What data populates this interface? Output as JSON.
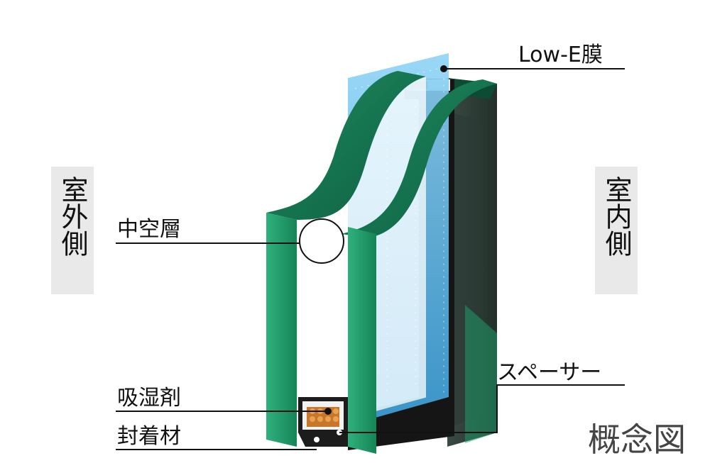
{
  "labels": {
    "outdoor_side": "室外側",
    "indoor_side": "室内側",
    "hollow_layer": "中空層",
    "lowe_film": "Low-E膜",
    "desiccant": "吸湿剤",
    "spacer": "スペーサー",
    "sealant": "封着材",
    "concept_note": "概念図"
  },
  "colors": {
    "glass_green": "#1f9a6a",
    "glass_dark": "#13664a",
    "lowe_blue": "#5bb7e8",
    "spacer_dark": "#1c1c1c",
    "desiccant_orange": "#c8772a",
    "label_bg": "#e9e9e9"
  }
}
